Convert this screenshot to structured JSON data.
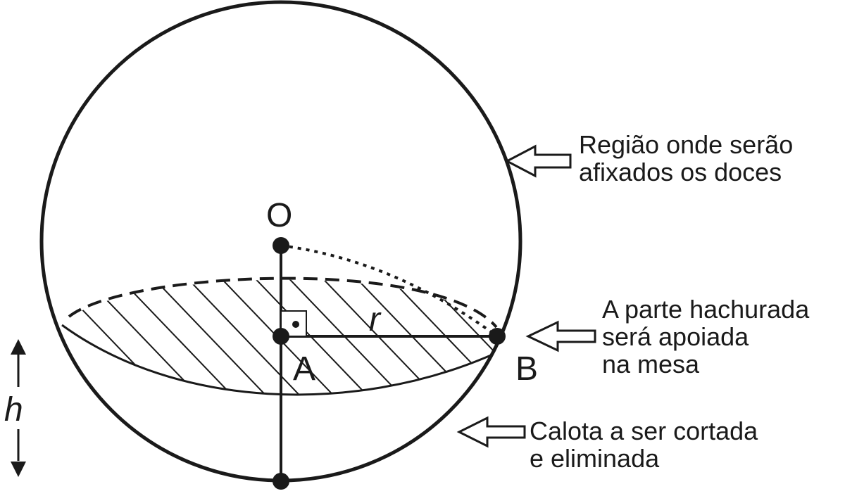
{
  "points": {
    "O": "O",
    "A": "A",
    "B": "B",
    "r": "r",
    "h": "h"
  },
  "annotations": {
    "region": [
      "Região onde serão",
      "afixados os doces"
    ],
    "hatched": [
      "A parte hachurada",
      "será apoiada",
      "na mesa"
    ],
    "cap": [
      "Calota a ser cortada",
      "e eliminada"
    ]
  },
  "colors": {
    "stroke": "#1a1a1a",
    "background": "#ffffff"
  }
}
